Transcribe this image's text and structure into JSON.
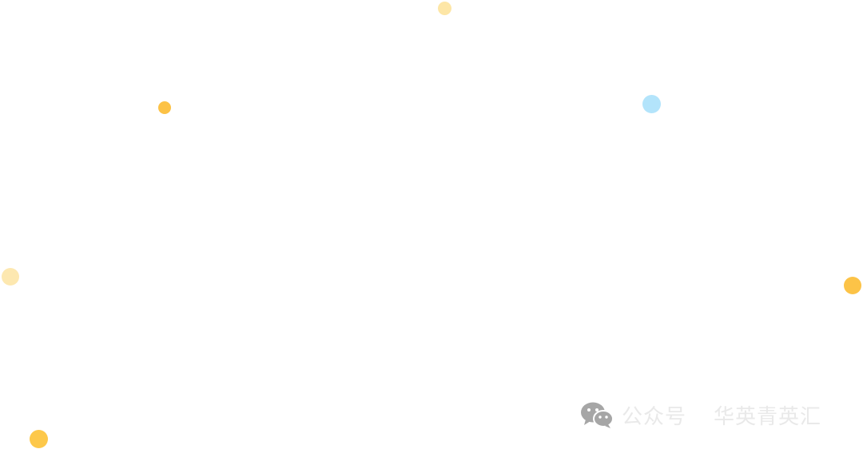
{
  "dots": [
    {
      "name": "dot-1",
      "color": "#fde6a6"
    },
    {
      "name": "dot-2",
      "color": "#fcc246"
    },
    {
      "name": "dot-3",
      "color": "#b3e4fb"
    },
    {
      "name": "dot-4",
      "color": "#fde8b0"
    },
    {
      "name": "dot-5",
      "color": "#fcc347"
    },
    {
      "name": "dot-6",
      "color": "#fdc84a"
    }
  ],
  "watermark": {
    "icon": "wechat-icon",
    "account_label": "公众号",
    "account_name": "华英青英汇",
    "icon_color": "#a6a6a6",
    "text_color": "#e9e9e9"
  }
}
